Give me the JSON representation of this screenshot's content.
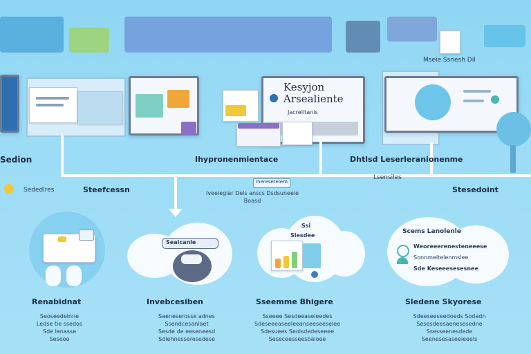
{
  "top": {
    "screen_title": "Kesyjon Arsealiente",
    "screen_subtitle": "Jacrelitanis",
    "right_caption": "Mseie Ssnesh Dil"
  },
  "flow": {
    "left_label": "Sedion",
    "center_label": "Ihypronenmientace",
    "right_label": "Dhtlsd Leserleranionenme",
    "right_sublabel": "Lsensiles",
    "tag_label": "Ineresetelem",
    "mid_desc_line1": "Iveeiegiar Dels anscs Dsdsuneeie",
    "mid_desc_line2": "Boasd",
    "left_sub": "Sededlres",
    "stage_label": "Steefcessn",
    "stage_right": "Stesedoint"
  },
  "stages": [
    {
      "title": "Renabidnat",
      "desc": [
        "Seoseedelnne",
        "Ledse tie ssedos",
        "Sde lenasse",
        "Seseee"
      ]
    },
    {
      "title": "Invebcesiben",
      "desc": [
        "Saeneserosse adnes",
        "Ssendcesanlaet",
        "Sesde de eeseneesd",
        "Sdlehnesseresedese"
      ]
    },
    {
      "title": "Sseemme Bhigere",
      "desc": [
        "Sseeee Sesdeeaseleedes",
        "Sdeseeeaseeleeanseeseeselee",
        "Sdesuees Seolsdedeseeee",
        "Seseceesseesbaloee"
      ]
    },
    {
      "title": "Sledene Skyorese",
      "desc": [
        "Sdeeseeseedoeds Sodadn",
        "Sesesdeesaenesesedne",
        "Ssesseenesdede",
        "Seenesesaseeieeels"
      ]
    }
  ],
  "cloud_badges": {
    "c2": "Sealcanle",
    "c3_top": "Ssi",
    "c3_head": "Slesdee",
    "c4_title": "Scems Lanolenle",
    "c4_row1": "Weoreeerenesteneeese",
    "c4_row2": "Sonnmeltelenmslee",
    "c4_row3": "Sde Keseeesesesnee"
  },
  "colors": {
    "background": "#9cdcf6",
    "flow_line": "#ffffff",
    "accent_orange": "#f0a73a",
    "accent_purple": "#8a6fc6",
    "accent_teal": "#48b8b0"
  }
}
